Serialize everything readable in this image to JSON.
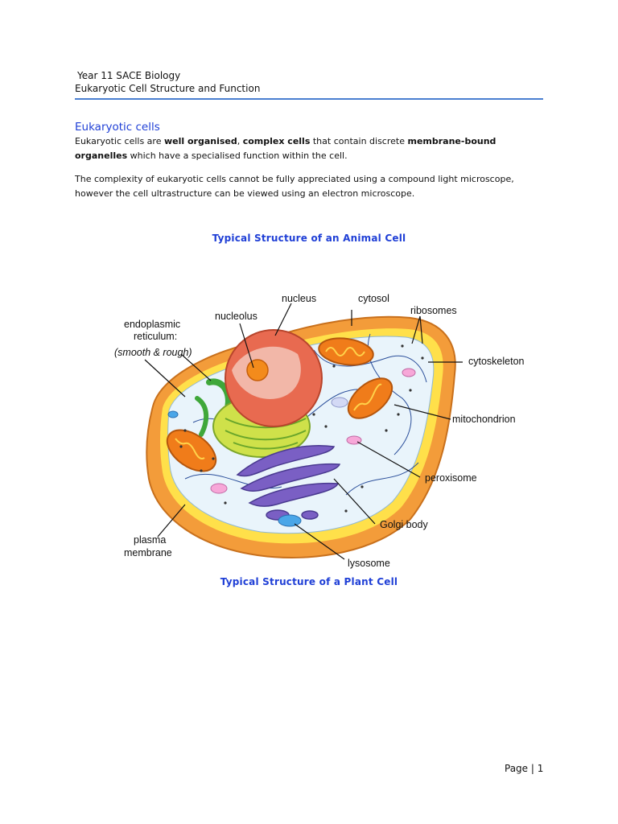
{
  "header": {
    "course": "Year 11 SACE Biology",
    "topic": "Eukaryotic Cell Structure and Function"
  },
  "section": {
    "title": "Eukaryotic cells",
    "p1": {
      "t1": "Eukaryotic cells are ",
      "b1": "well organised",
      "t2": ", ",
      "b2": "complex cells",
      "t3": " that contain discrete ",
      "b3": "membrane-bound organelles",
      "t4": " which have a specialised function within the cell."
    },
    "p2": "The complexity of eukaryotic cells cannot be fully appreciated using a compound light microscope, however the cell ultrastructure can be viewed using an electron microscope."
  },
  "figure1": {
    "caption": "Typical Structure of an Animal Cell",
    "labels": {
      "nucleus": "nucleus",
      "cytosol": "cytosol",
      "ribosomes": "ribosomes",
      "er1": "endoplasmic",
      "er2": "reticulum:",
      "er3": "(smooth & rough)",
      "nucleolus": "nucleolus",
      "cytoskeleton": "cytoskeleton",
      "mitochondrion": "mitochondrion",
      "peroxisome": "peroxisome",
      "golgi": "Golgi body",
      "plasma1": "plasma",
      "plasma2": "membrane",
      "lysosome": "lysosome"
    }
  },
  "figure2": {
    "caption": "Typical Structure of a Plant Cell"
  },
  "footer": {
    "page_label": "Page",
    "page_number": "1"
  }
}
